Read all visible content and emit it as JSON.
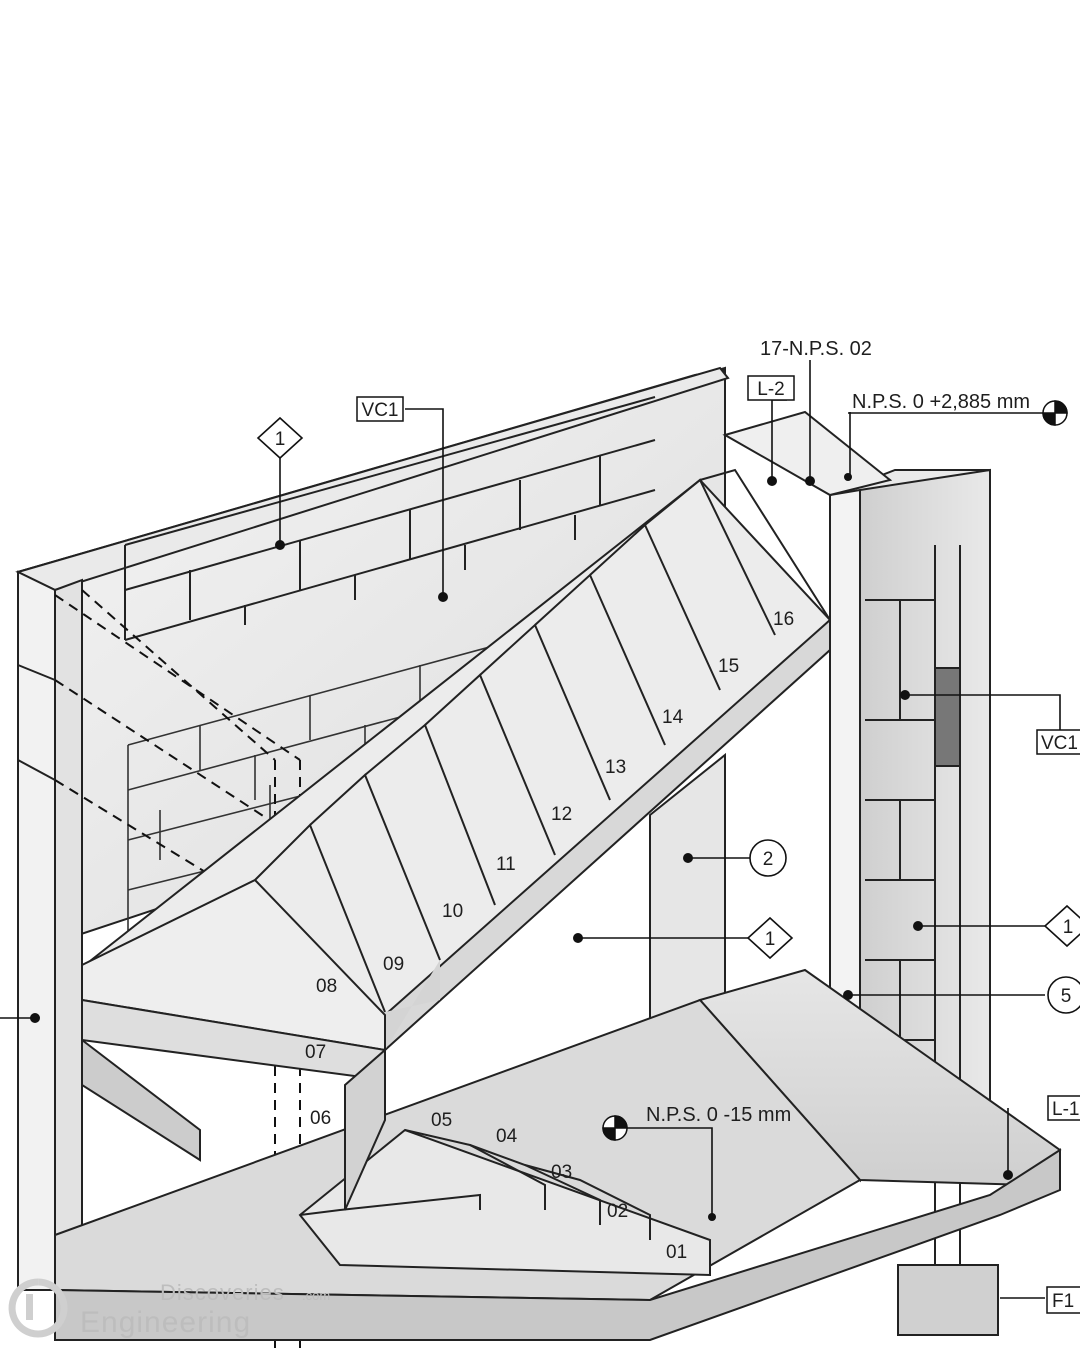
{
  "annotations": {
    "level_17": "17-N.P.S. 02",
    "level_top": "N.P.S. 0 +2,885 mm",
    "level_floor": "N.P.S. 0 -15 mm"
  },
  "tags": {
    "l2": "L-2",
    "vc1_top": "VC1",
    "vc1_right": "VC1",
    "l1_right": "L-1",
    "f1": "F1"
  },
  "markers": {
    "diamond_top": "1",
    "diamond_mid": "1",
    "diamond_right": "1",
    "circle_2": "2",
    "circle_5": "5"
  },
  "step_numbers": [
    "01",
    "02",
    "03",
    "04",
    "05",
    "06",
    "07",
    "08",
    "09",
    "10",
    "11",
    "12",
    "13",
    "14",
    "15",
    "16"
  ],
  "watermark": {
    "line1": "Discoveries",
    "suffix": ".com",
    "line2": "Engineering"
  }
}
